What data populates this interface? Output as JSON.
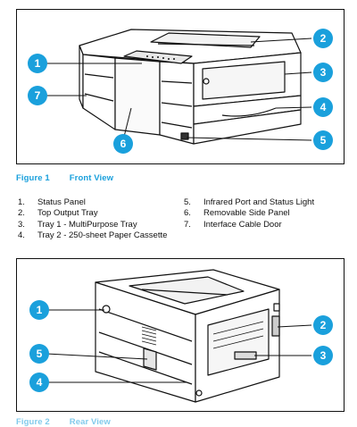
{
  "figure1": {
    "label": "Figure 1",
    "title": "Front View",
    "callouts": [
      "1",
      "2",
      "3",
      "4",
      "5",
      "6",
      "7"
    ]
  },
  "legend": {
    "left": [
      {
        "num": "1.",
        "text": "Status Panel"
      },
      {
        "num": "2.",
        "text": "Top Output Tray"
      },
      {
        "num": "3.",
        "text": "Tray 1 - MultiPurpose Tray"
      },
      {
        "num": "4.",
        "text": "Tray 2 - 250-sheet Paper Cassette"
      }
    ],
    "right": [
      {
        "num": "5.",
        "text": "Infrared Port and Status Light"
      },
      {
        "num": "6.",
        "text": "Removable Side Panel"
      },
      {
        "num": "7.",
        "text": "Interface Cable Door"
      }
    ]
  },
  "figure2": {
    "label": "Figure 2",
    "title": "Rear View",
    "callouts": [
      "1",
      "2",
      "3",
      "4",
      "5"
    ]
  },
  "colors": {
    "callout": "#1aa0dc",
    "caption": "#1aa0dc",
    "line": "#111111"
  }
}
